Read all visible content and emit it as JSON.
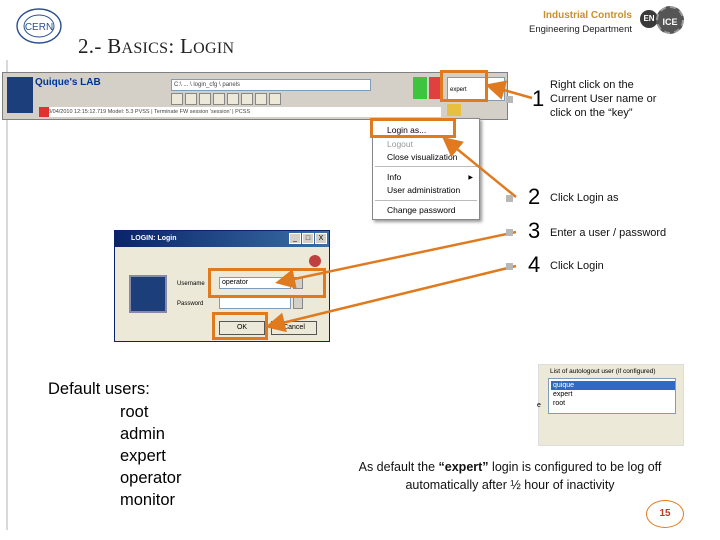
{
  "header": {
    "title_prefix": "2.- B",
    "title_sc1": "ASICS",
    "title_mid": ": L",
    "title_sc2": "OGIN",
    "brand_top": "Industrial Controls",
    "brand_bottom": "Engineering Department",
    "badge_en": "EN",
    "badge_ice": "ICE"
  },
  "toolbar": {
    "lab_name": "Quique's LAB",
    "path_text": "C:\\ ...  \\ login_cfg  \\ panels",
    "status_text": "28/04/2010 12:15:12.719   Model: 5.3 PVSS   |   Terminate FW session 'session'   |   PCSS",
    "user_field": "expert"
  },
  "context_menu": {
    "items": [
      {
        "label": "Login as...",
        "disabled": false
      },
      {
        "label": "Logout",
        "disabled": true
      },
      {
        "label": "Close visualization",
        "disabled": false
      },
      {
        "label": "Info",
        "disabled": false
      },
      {
        "label": "User administration",
        "disabled": false
      },
      {
        "label": "Change password",
        "disabled": false
      }
    ]
  },
  "login_dialog": {
    "title": "LOGIN: Login",
    "ctrl_min": "_",
    "ctrl_max": "□",
    "ctrl_close": "X",
    "username_label": "Username",
    "username_value": "operator",
    "password_label": "Password",
    "ok_label": "OK",
    "cancel_label": "Cancel"
  },
  "steps": [
    {
      "num": "1",
      "text": "Right click on the Current User name or click on the “key”"
    },
    {
      "num": "2",
      "text": "Click Login as"
    },
    {
      "num": "3",
      "text": "Enter a user / password"
    },
    {
      "num": "4",
      "text": "Click Login"
    }
  ],
  "default_users": {
    "heading": "Default users:",
    "users": [
      "root",
      "admin",
      "expert",
      "operator",
      "monitor"
    ]
  },
  "user_list": {
    "heading": "List of autologout user (if configured)",
    "items": [
      {
        "label": "quique",
        "selected": true
      },
      {
        "label": "expert",
        "selected": false
      },
      {
        "label": "root",
        "selected": false
      }
    ],
    "side_char": "e"
  },
  "note": {
    "before": "As default the ",
    "quoted": "“expert”",
    "after": " login is configured to be log off automatically after ½ hour of inactivity"
  },
  "page_number": "15",
  "colors": {
    "highlight": "#e07a1f",
    "brand_gold": "#c8912a",
    "page_number": "#c0392b"
  }
}
